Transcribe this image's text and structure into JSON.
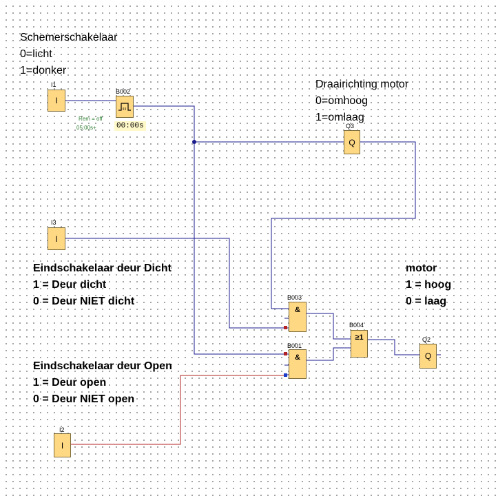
{
  "notes": {
    "schemer_title": "Schemerschakelaar",
    "schemer_0": "0=licht",
    "schemer_1": "1=donker",
    "draai_title": "Draairichting motor",
    "draai_0": "0=omhoog",
    "draai_1": "1=omlaag",
    "dicht_title": "Eindschakelaar deur Dicht",
    "dicht_1": "1 = Deur dicht",
    "dicht_0": "0 = Deur NIET dicht",
    "open_title": "Eindschakelaar deur Open",
    "open_1": "1 = Deur open",
    "open_0": "0 = Deur NIET open",
    "motor_title": "motor",
    "motor_1": "1 = hoog",
    "motor_0": "0 = laag"
  },
  "blocks": {
    "i1": {
      "tag": "I1",
      "symbol": "I"
    },
    "i3": {
      "tag": "I3",
      "symbol": "I"
    },
    "i2": {
      "tag": "I2",
      "symbol": "I"
    },
    "b002": {
      "tag": "B002",
      "rem": "Rem = off",
      "time": "05:00s+",
      "value": "00:00s"
    },
    "q3": {
      "tag": "Q3",
      "symbol": "Q"
    },
    "b003": {
      "tag": "B003",
      "symbol": "&"
    },
    "b001": {
      "tag": "B001",
      "symbol": "&"
    },
    "b004": {
      "tag": "B004",
      "symbol": "≥1"
    },
    "q2": {
      "tag": "Q2",
      "symbol": "Q"
    }
  },
  "colors": {
    "wire_blue": "#1a1a8c",
    "wire_red": "#b22222",
    "block_fill": "#ffd884",
    "param_green": "#2e7d32"
  }
}
